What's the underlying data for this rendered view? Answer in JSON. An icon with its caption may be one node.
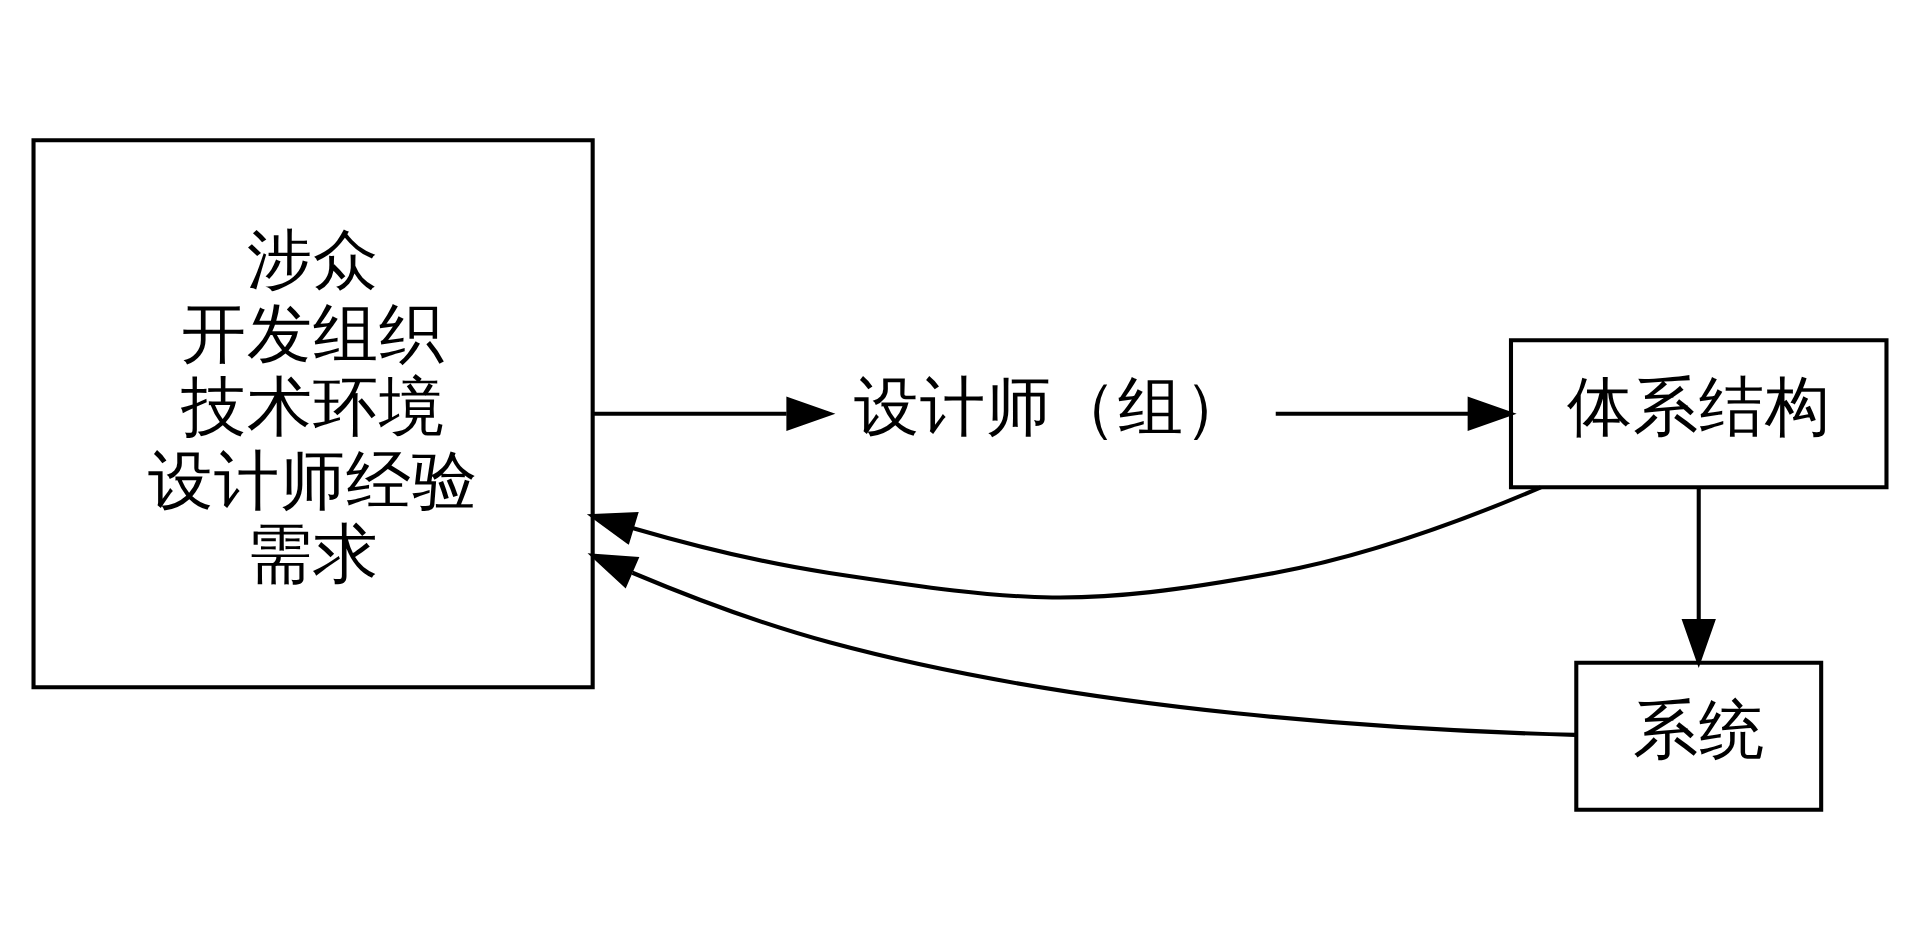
{
  "diagram": {
    "nodes": [
      {
        "text": [
          "涉众",
          "开发组织",
          "技术环境",
          "设计师经验",
          "需求"
        ]
      },
      {
        "text": [
          "设计师（组）"
        ]
      },
      {
        "text": [
          "体系结构"
        ]
      },
      {
        "text": [
          "系统"
        ]
      }
    ],
    "edges": [
      {
        "from": 0,
        "to": 1,
        "arrow": "to"
      },
      {
        "from": 1,
        "to": 2,
        "arrow": "to"
      },
      {
        "from": 2,
        "to": 3,
        "arrow": "to"
      },
      {
        "from": 2,
        "to": 0,
        "arrow": "to"
      },
      {
        "from": 3,
        "to": 0,
        "arrow": "to"
      }
    ]
  }
}
